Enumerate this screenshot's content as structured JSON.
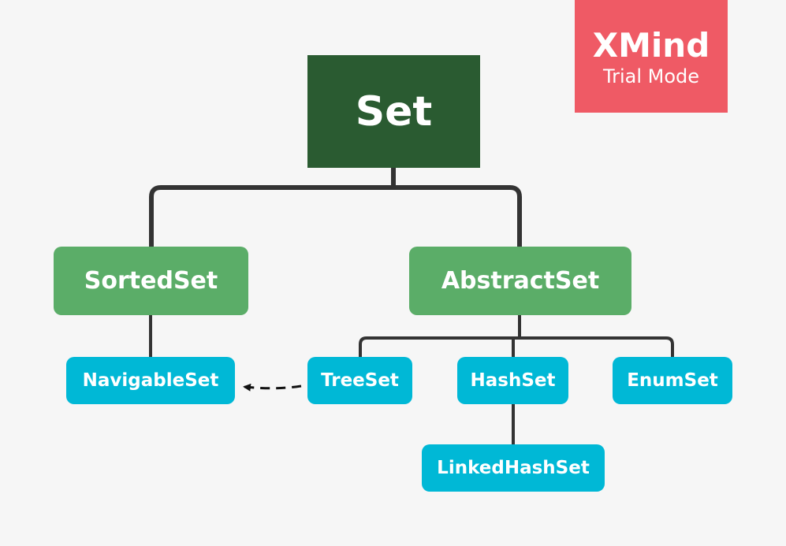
{
  "diagram": {
    "root": {
      "label": "Set"
    },
    "children": [
      {
        "label": "SortedSet",
        "children": [
          {
            "label": "NavigableSet"
          }
        ]
      },
      {
        "label": "AbstractSet",
        "children": [
          {
            "label": "TreeSet"
          },
          {
            "label": "HashSet",
            "children": [
              {
                "label": "LinkedHashSet"
              }
            ]
          },
          {
            "label": "EnumSet"
          }
        ]
      }
    ],
    "relations": [
      {
        "from": "TreeSet",
        "to": "NavigableSet",
        "style": "dashed-arrow"
      }
    ]
  },
  "watermark": {
    "brand": "XMind",
    "mode": "Trial Mode"
  },
  "colors": {
    "background": "#f6f6f6",
    "root": "#2a5b31",
    "level1": "#5bad68",
    "level2": "#00b8d6",
    "connector": "#333333",
    "watermark": "#ef5a65"
  }
}
